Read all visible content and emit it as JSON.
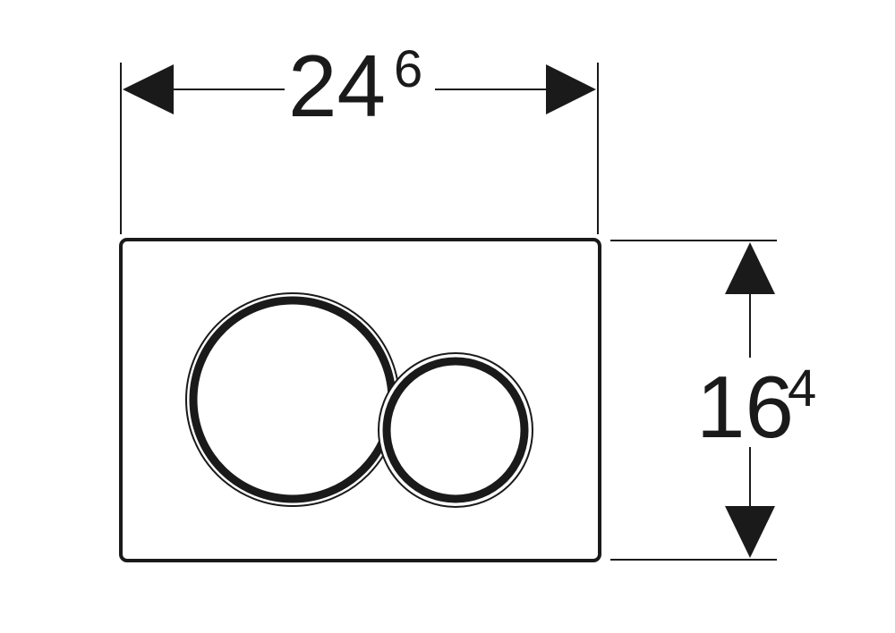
{
  "dimensions": {
    "width": {
      "value": "24",
      "superscript": "6"
    },
    "height": {
      "value": "16",
      "superscript": "4"
    }
  },
  "parts": {
    "plate": "actuator-plate",
    "buttons": [
      "large-flush-button",
      "small-flush-button"
    ]
  },
  "colors": {
    "line": "#1a1a1a",
    "background": "#ffffff"
  }
}
